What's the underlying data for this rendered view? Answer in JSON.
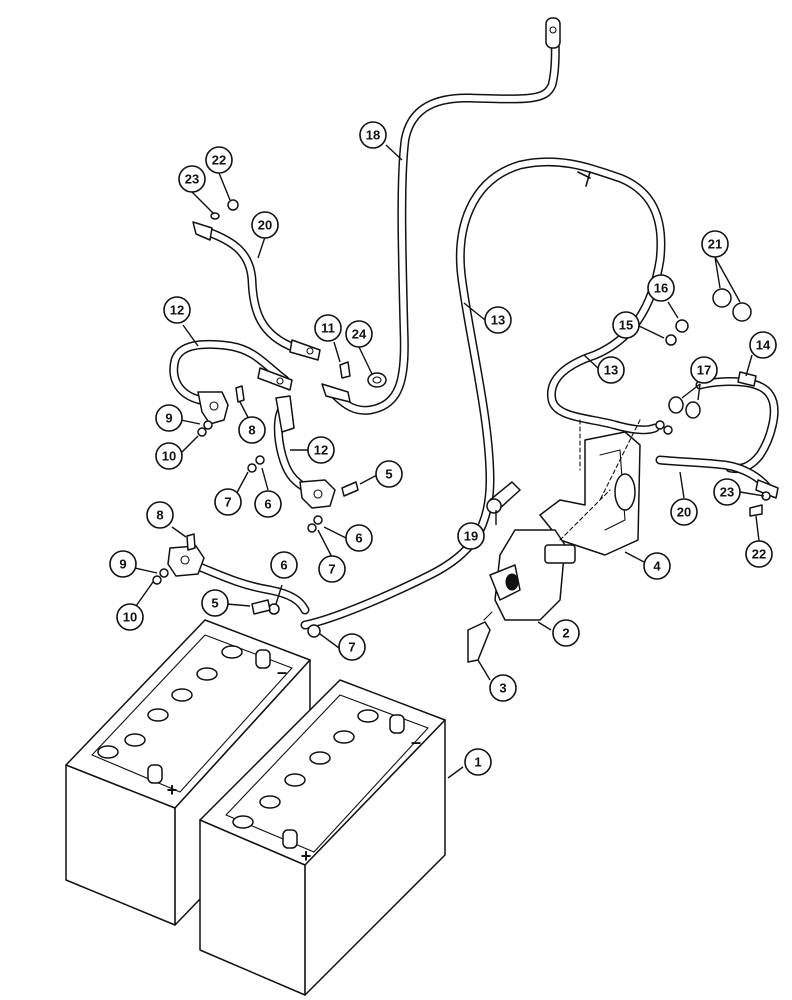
{
  "callouts": [
    {
      "id": "c1",
      "label": "1"
    },
    {
      "id": "c2",
      "label": "2"
    },
    {
      "id": "c3",
      "label": "3"
    },
    {
      "id": "c4",
      "label": "4"
    },
    {
      "id": "c5a",
      "label": "5"
    },
    {
      "id": "c5b",
      "label": "5"
    },
    {
      "id": "c6a",
      "label": "6"
    },
    {
      "id": "c6b",
      "label": "6"
    },
    {
      "id": "c6c",
      "label": "6"
    },
    {
      "id": "c7a",
      "label": "7"
    },
    {
      "id": "c7b",
      "label": "7"
    },
    {
      "id": "c7c",
      "label": "7"
    },
    {
      "id": "c8a",
      "label": "8"
    },
    {
      "id": "c8b",
      "label": "8"
    },
    {
      "id": "c9a",
      "label": "9"
    },
    {
      "id": "c9b",
      "label": "9"
    },
    {
      "id": "c10a",
      "label": "10"
    },
    {
      "id": "c10b",
      "label": "10"
    },
    {
      "id": "c11",
      "label": "11"
    },
    {
      "id": "c12a",
      "label": "12"
    },
    {
      "id": "c12b",
      "label": "12"
    },
    {
      "id": "c13a",
      "label": "13"
    },
    {
      "id": "c13b",
      "label": "13"
    },
    {
      "id": "c14",
      "label": "14"
    },
    {
      "id": "c15",
      "label": "15"
    },
    {
      "id": "c16",
      "label": "16"
    },
    {
      "id": "c17",
      "label": "17"
    },
    {
      "id": "c18",
      "label": "18"
    },
    {
      "id": "c19",
      "label": "19"
    },
    {
      "id": "c20a",
      "label": "20"
    },
    {
      "id": "c20b",
      "label": "20"
    },
    {
      "id": "c21",
      "label": "21"
    },
    {
      "id": "c22a",
      "label": "22"
    },
    {
      "id": "c22b",
      "label": "22"
    },
    {
      "id": "c23a",
      "label": "23"
    },
    {
      "id": "c23b",
      "label": "23"
    },
    {
      "id": "c24",
      "label": "24"
    }
  ],
  "battery_signs": {
    "back_positive": "+",
    "back_negative": "–",
    "front_positive": "+",
    "front_negative": "–"
  }
}
